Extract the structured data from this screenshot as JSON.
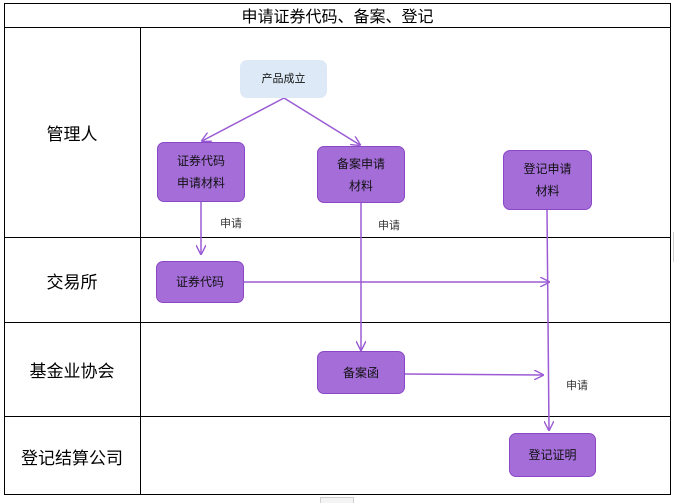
{
  "title": "申请证券代码、备案、登记",
  "lanes": {
    "manager": "管理人",
    "exchange": "交易所",
    "fund_association": "基金业协会",
    "clearing_company": "登记结算公司"
  },
  "nodes": {
    "product_established": "产品成立",
    "code_application_materials": "证券代码\n申请材料",
    "filing_application_materials": "备案申请\n材料",
    "registration_application_materials": "登记申请\n材料",
    "security_code": "证券代码",
    "filing_letter": "备案函",
    "registration_certificate": "登记证明"
  },
  "notes": {
    "apply_1": "申请",
    "apply_2": "申请",
    "apply_3": "申请"
  },
  "colors": {
    "node_fill": "#a46dd8",
    "node_border": "#8a48c6",
    "start_fill": "#dde9f6",
    "arrow": "#9b5bd4"
  }
}
